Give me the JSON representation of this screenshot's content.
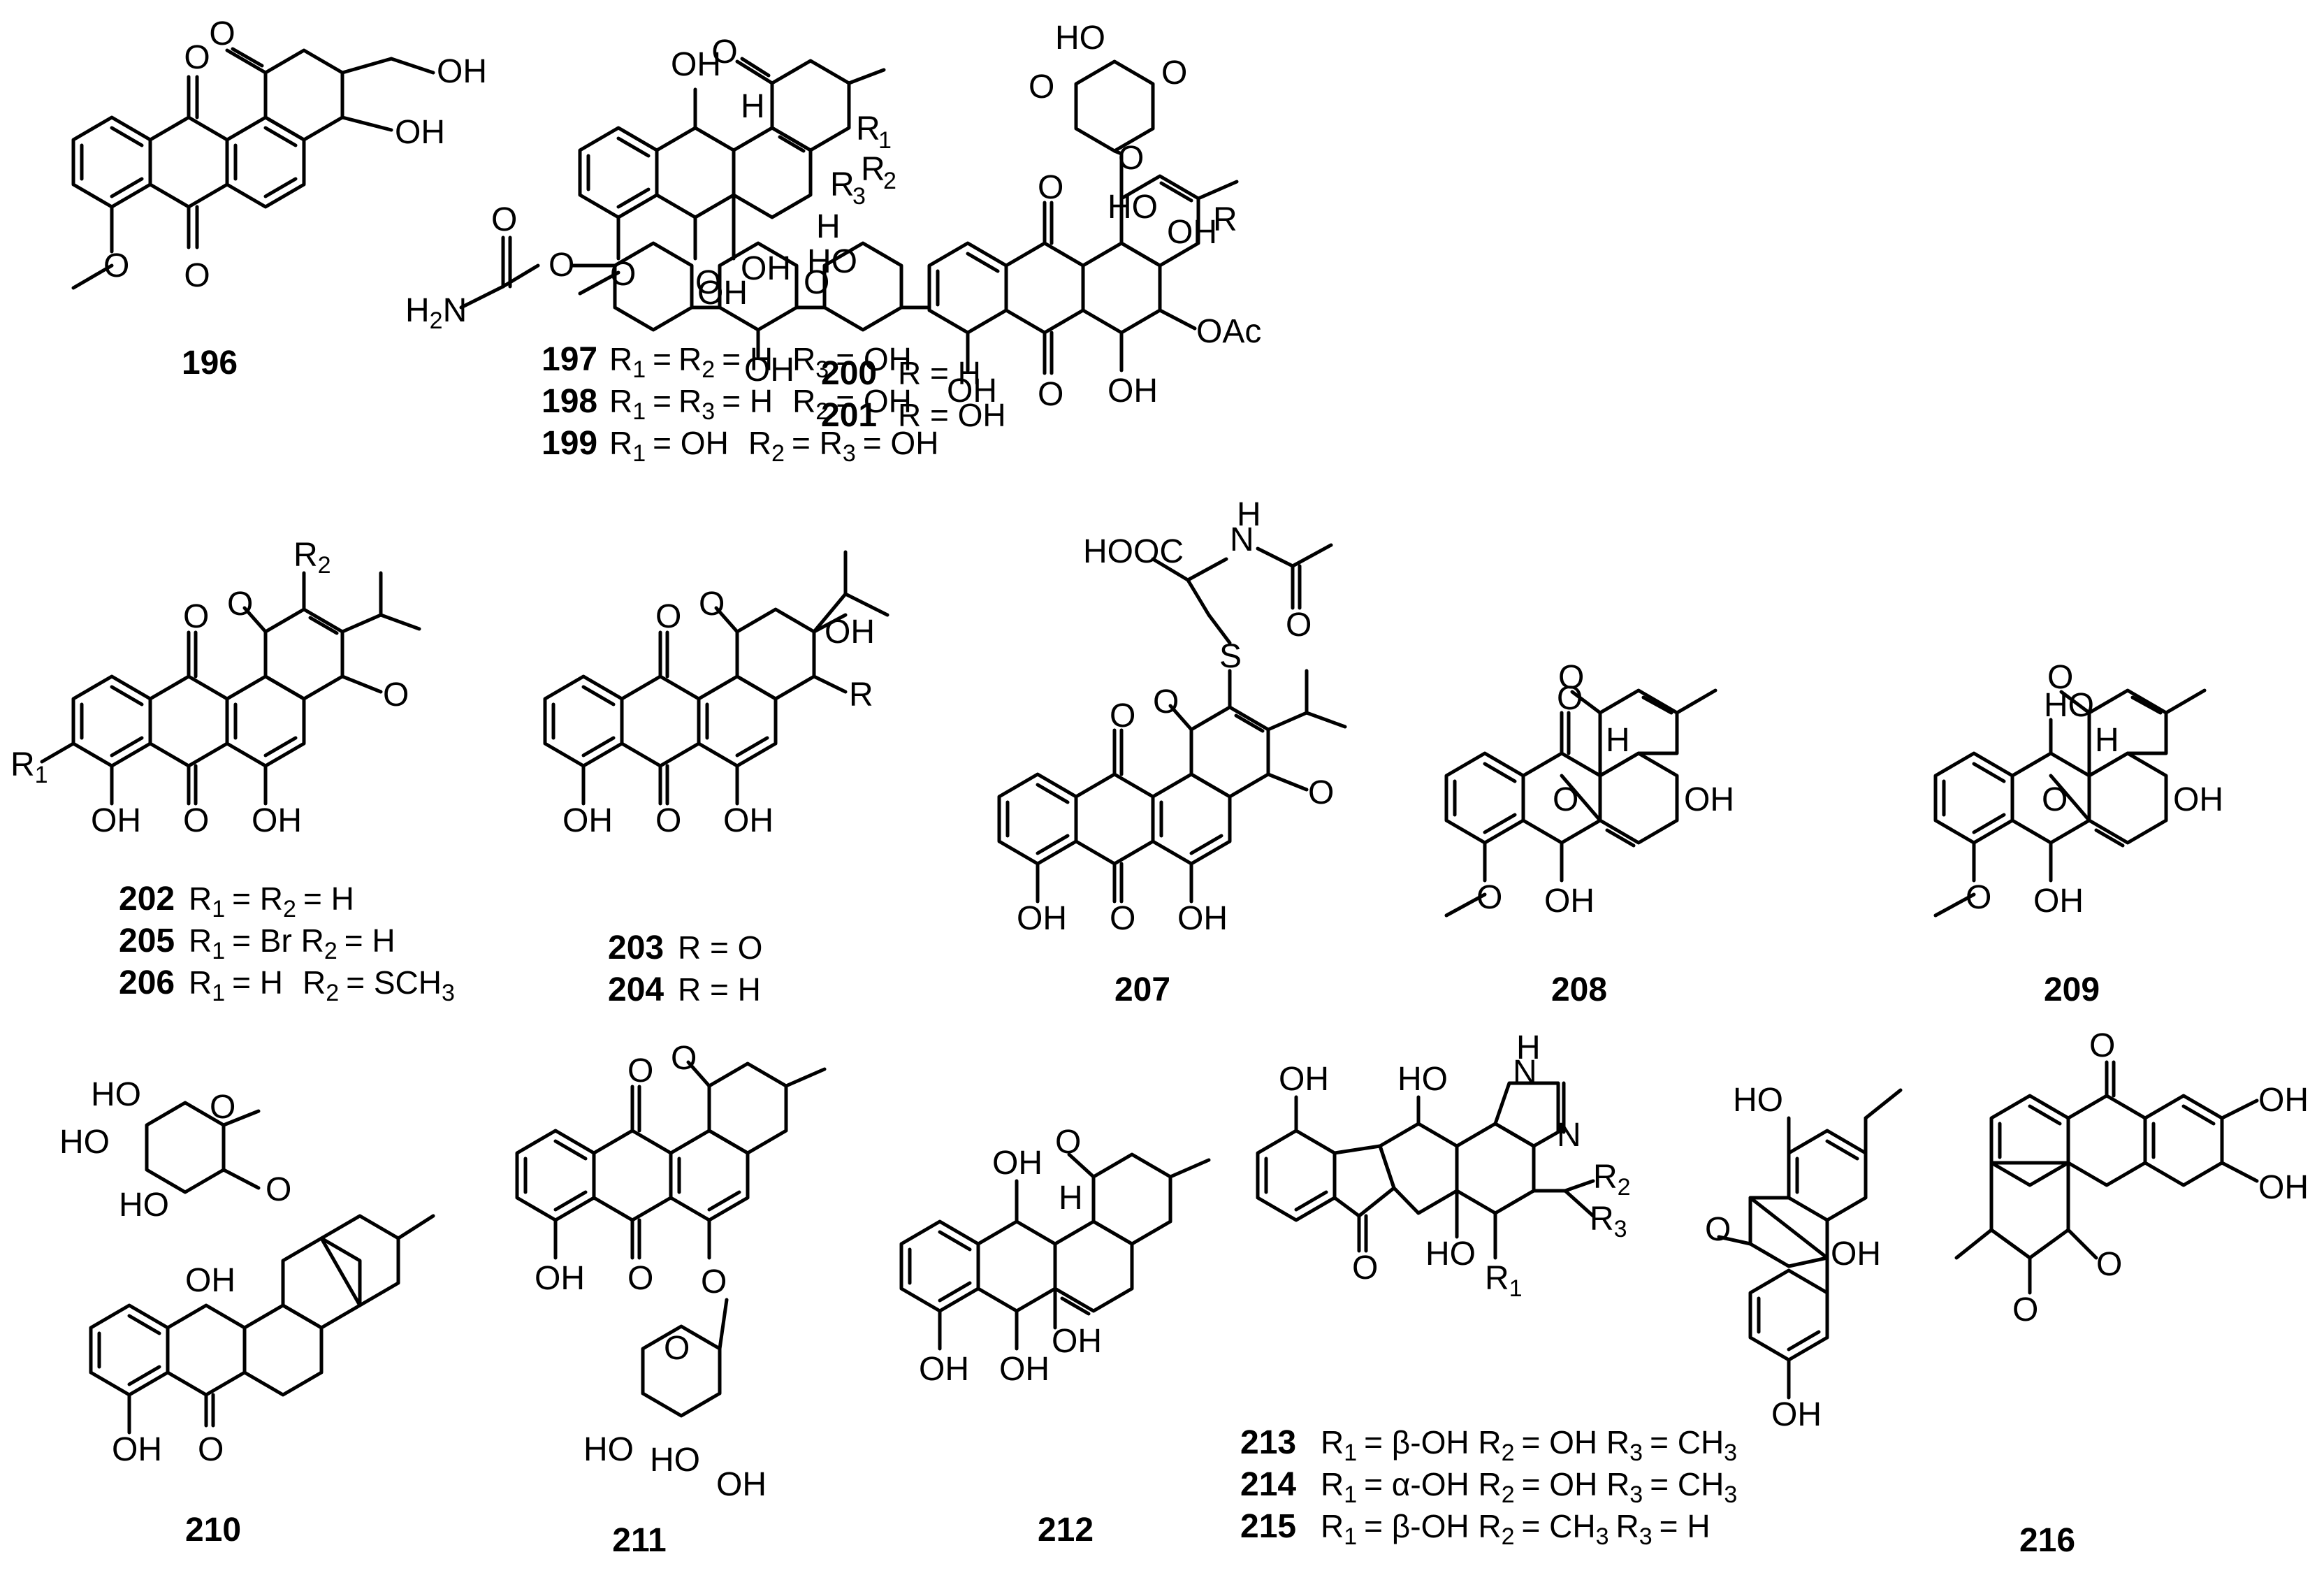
{
  "compounds": [
    {
      "id": "196",
      "captions": []
    },
    {
      "id": "197",
      "captions": [
        "R1 = R2 = H R3 = OH"
      ]
    },
    {
      "id": "198",
      "captions": [
        "R1 = R3 = H R2 = OH"
      ]
    },
    {
      "id": "199",
      "captions": [
        "R1 = OH R2 = R3 = OH"
      ]
    },
    {
      "id": "200",
      "captions": [
        "R = H"
      ]
    },
    {
      "id": "201",
      "captions": [
        "R = OH"
      ]
    },
    {
      "id": "202",
      "captions": [
        "R1 = R2 = H"
      ]
    },
    {
      "id": "205",
      "captions": [
        "R1 = Br R2 = H"
      ]
    },
    {
      "id": "206",
      "captions": [
        "R1 = H R2 = SCH3"
      ]
    },
    {
      "id": "203",
      "captions": [
        "R = O"
      ]
    },
    {
      "id": "204",
      "captions": [
        "R = H"
      ]
    },
    {
      "id": "207",
      "captions": []
    },
    {
      "id": "208",
      "captions": []
    },
    {
      "id": "209",
      "captions": []
    },
    {
      "id": "210",
      "captions": []
    },
    {
      "id": "211",
      "captions": []
    },
    {
      "id": "212",
      "captions": []
    },
    {
      "id": "213",
      "captions": [
        "R1 = β-OH R2 = OH R3 = CH3"
      ]
    },
    {
      "id": "214",
      "captions": [
        "R1 = α-OH R2 = OH R3 = CH3"
      ]
    },
    {
      "id": "215",
      "captions": [
        "R1 = β-OH R2 = CH3 R3 = H"
      ]
    },
    {
      "id": "216",
      "captions": []
    }
  ],
  "labels": {
    "c196": "196",
    "c197": "197",
    "c198": "198",
    "c199": "199",
    "c197_r1": "R",
    "c197_r2": "R",
    "c197_r3": "R",
    "c197_cap_a": "R",
    "c197_cap_b": "=",
    "c197_cap_c": "R",
    "c197_cap_d": "= H",
    "c197_cap_e": "R",
    "c197_cap_f": "= OH",
    "c198_cap_a": "R",
    "c198_cap_b": "=",
    "c198_cap_c": "R",
    "c198_cap_d": "= H",
    "c198_cap_e": "R",
    "c198_cap_f": "= OH",
    "c199_cap_a": "R",
    "c199_cap_b": "= OH",
    "c199_cap_c": "R",
    "c199_cap_d": "= R",
    "c199_cap_e": "= OH",
    "c200": "200",
    "c201": "201",
    "c200_cap": "R = H",
    "c201_cap": "R = OH",
    "c202": "202",
    "c205": "205",
    "c206": "206",
    "c202_cap_a": "R",
    "c202_cap_b": "= R",
    "c202_cap_c": "= H",
    "c205_cap_a": "R",
    "c205_cap_b": "= Br R",
    "c205_cap_c": "= H",
    "c206_cap_a": "R",
    "c206_cap_b": "= H",
    "c206_cap_c": "R",
    "c206_cap_d": "= SCH",
    "c203": "203",
    "c204": "204",
    "c203_cap": "R = O",
    "c204_cap": "R = H",
    "c207": "207",
    "c208": "208",
    "c209": "209",
    "c210": "210",
    "c211": "211",
    "c212": "212",
    "c213": "213",
    "c214": "214",
    "c215": "215",
    "c213_cap_a": "R",
    "c213_cap_b": "= β-OH R",
    "c213_cap_c": "= OH R",
    "c213_cap_d": "= CH",
    "c214_cap_a": "R",
    "c214_cap_b": "= α-OH R",
    "c214_cap_c": "= OH R",
    "c214_cap_d": "= CH",
    "c215_cap_a": "R",
    "c215_cap_b": "= β-OH R",
    "c215_cap_c": "= CH",
    "c215_cap_d": "R",
    "c215_cap_e": "= H",
    "c216": "216",
    "s1": "1",
    "s2": "2",
    "s3": "3",
    "O": "O",
    "OH": "OH",
    "HO": "HO",
    "H": "H",
    "S": "S",
    "N": "N",
    "OAc": "OAc",
    "HOOC": "HOOC",
    "H2N": "H",
    "H2N_2": "N",
    "R": "R",
    "R1": "R",
    "R2": "R"
  }
}
